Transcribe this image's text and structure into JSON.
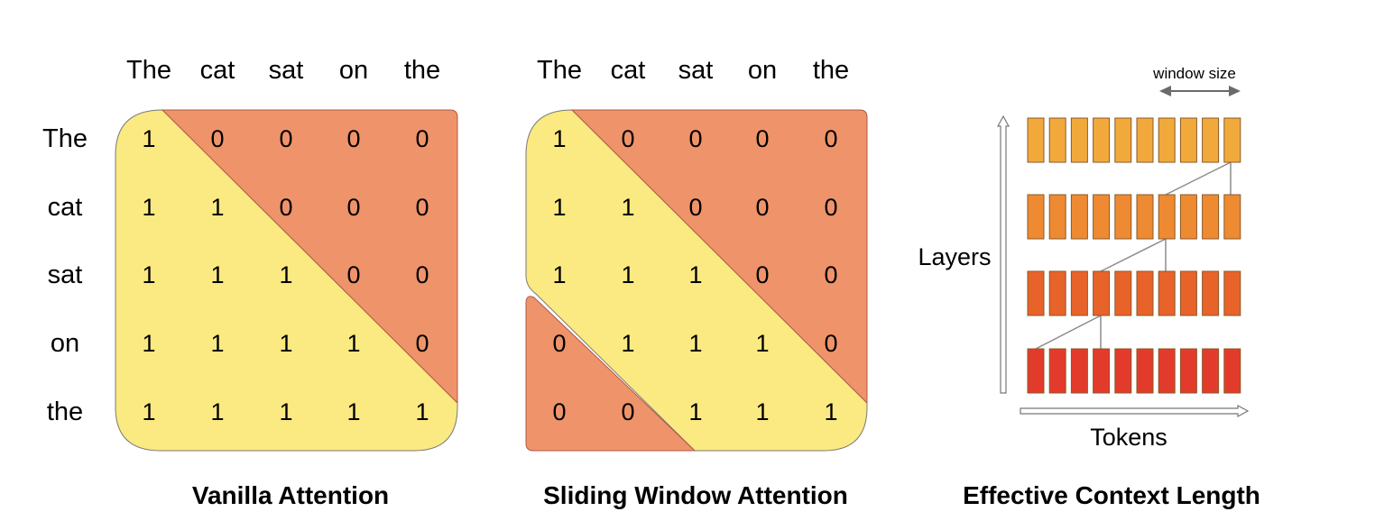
{
  "columns": [
    "The",
    "cat",
    "sat",
    "on",
    "the"
  ],
  "rows": [
    "The",
    "cat",
    "sat",
    "on",
    "the"
  ],
  "panels": [
    {
      "id": "vanilla",
      "caption": "Vanilla Attention",
      "matrix": [
        [
          1,
          0,
          0,
          0,
          0
        ],
        [
          1,
          1,
          0,
          0,
          0
        ],
        [
          1,
          1,
          1,
          0,
          0
        ],
        [
          1,
          1,
          1,
          1,
          0
        ],
        [
          1,
          1,
          1,
          1,
          1
        ]
      ]
    },
    {
      "id": "sliding",
      "caption": "Sliding Window Attention",
      "matrix": [
        [
          1,
          0,
          0,
          0,
          0
        ],
        [
          1,
          1,
          0,
          0,
          0
        ],
        [
          1,
          1,
          1,
          0,
          0
        ],
        [
          0,
          1,
          1,
          1,
          0
        ],
        [
          0,
          0,
          1,
          1,
          1
        ]
      ]
    }
  ],
  "effective": {
    "caption": "Effective Context Length",
    "window_label": "window size",
    "y_axis_label": "Layers",
    "x_axis_label": "Tokens",
    "layers": 4,
    "tokens_per_layer": 10,
    "layer_colors": [
      "#f2a93c",
      "#ee8a31",
      "#e8632a",
      "#e33b2b"
    ],
    "edge_color": "#8a5a2a"
  },
  "colors": {
    "attend": "#fbe981",
    "masked": "#ef936a",
    "outline": "#7a7a7a",
    "line": "#8c8c8c"
  }
}
